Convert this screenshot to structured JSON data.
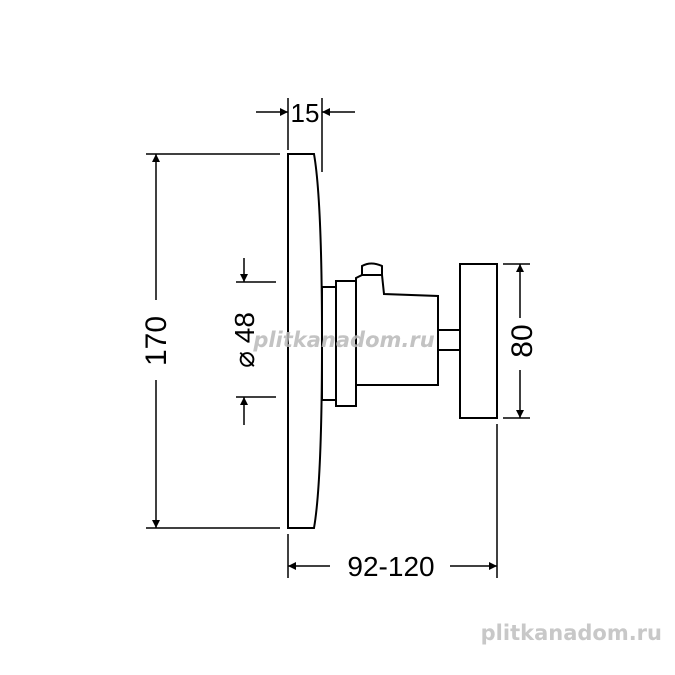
{
  "dimensions": {
    "thickness": "15",
    "height": "170",
    "diameter": "⌀ 48",
    "handle_width": "80",
    "depth": "92-120"
  },
  "watermarks": {
    "center": "plitkanadom.ru",
    "corner": "plitkanadom.ru"
  },
  "colors": {
    "line": "#000000",
    "background": "#ffffff",
    "watermark_center": "#b8b8b8",
    "watermark_corner": "#c8c8c8"
  }
}
